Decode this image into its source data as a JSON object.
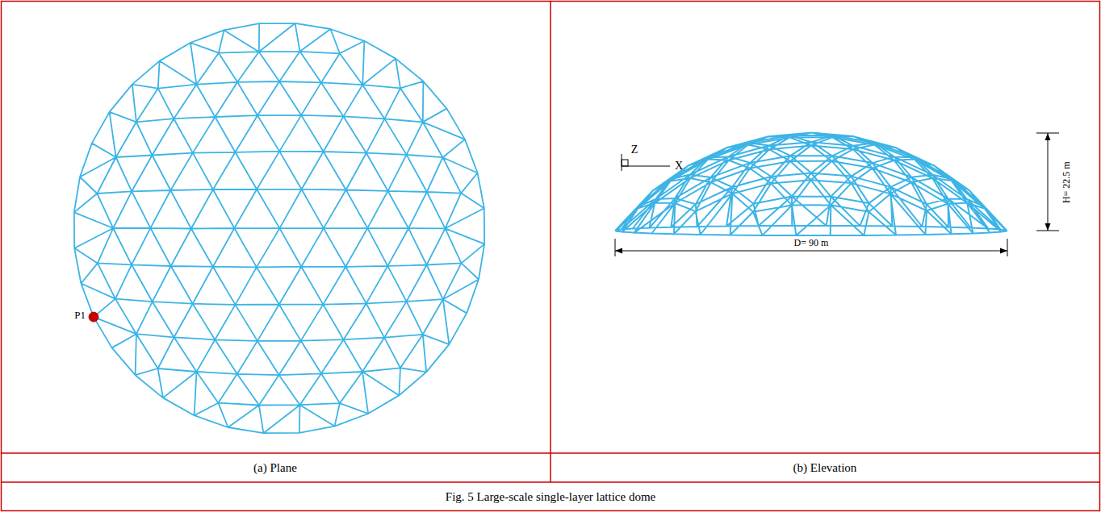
{
  "diagram": {
    "caption": "Fig. 5 Large-scale  single-layer  lattice  dome",
    "labels": [
      "P1",
      "Z",
      "X",
      "H= 22.5 m",
      "D= 90 m",
      "(a) Plane",
      "(b) Elevation"
    ]
  }
}
